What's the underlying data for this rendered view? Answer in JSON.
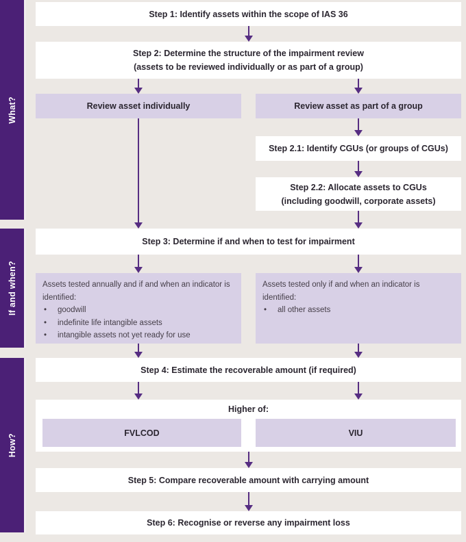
{
  "palette": {
    "sidebar_purple": "#4b2076",
    "arrow_purple": "#562d82",
    "light_purple": "#d8d0e6",
    "background": "#ece8e4",
    "box_white": "#ffffff",
    "text_dark": "#2b2630"
  },
  "sidebar": {
    "what": "What?",
    "if_and_when": "If and when?",
    "how": "How?"
  },
  "flow": {
    "step1": {
      "label": "Step 1: Identify assets within the scope of IAS 36"
    },
    "step2": {
      "lines": [
        "Step 2: Determine the structure of the impairment review",
        "(assets to be reviewed individually or as part of a group)"
      ]
    },
    "branch_left": {
      "label": "Review asset individually"
    },
    "branch_right": {
      "label": "Review asset as part of a group"
    },
    "step2_1": {
      "label": "Step 2.1: Identify CGUs (or groups of CGUs)"
    },
    "step2_2": {
      "lines": [
        "Step 2.2: Allocate assets to CGUs",
        "(including goodwill, corporate assets)"
      ]
    },
    "step3": {
      "label": "Step 3: Determine if and when to test for impairment"
    },
    "panel_left": {
      "intro": "Assets tested annually and if and when an indicator is identified:",
      "bullets": [
        "goodwill",
        "indefinite life intangible assets",
        "intangible assets not yet ready for use"
      ]
    },
    "panel_right": {
      "intro": "Assets tested only if and when an indicator is identified:",
      "bullets": [
        "all other assets"
      ]
    },
    "step4": {
      "label": "Step 4: Estimate the recoverable amount (if required)"
    },
    "higher_of": {
      "label": "Higher of:",
      "left": "FVLCOD",
      "right": "VIU"
    },
    "step5": {
      "label": "Step 5: Compare recoverable amount with carrying amount"
    },
    "step6": {
      "label": "Step 6: Recognise or reverse any impairment loss"
    }
  }
}
